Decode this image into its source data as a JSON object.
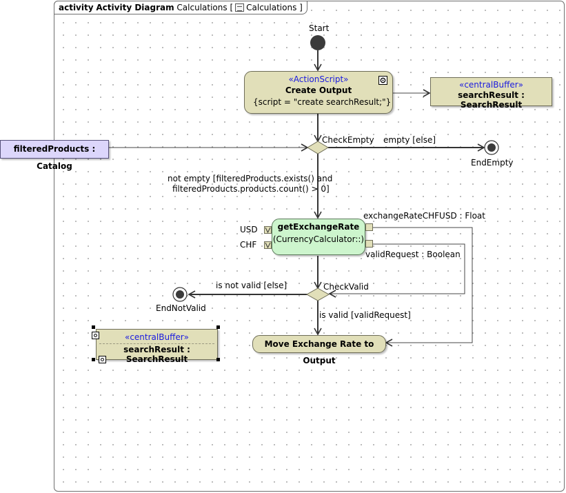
{
  "frame": {
    "keyword": "activity",
    "kind": "Activity Diagram",
    "name": "Calculations",
    "bracket_open": "[",
    "ref_name": "Calculations",
    "bracket_close": "]",
    "ref_icon": "calendar-icon"
  },
  "nodes": {
    "start_label": "Start",
    "create_output": {
      "stereotype": "«ActionScript»",
      "title": "Create Output",
      "script": "{script = \"create searchResult;\"}",
      "icon": "settings-icon"
    },
    "central_buffer_top": {
      "stereotype": "«centralBuffer»",
      "name": "searchResult : SearchResult"
    },
    "central_buffer_bottom": {
      "stereotype": "«centralBuffer»",
      "name": "searchResult : SearchResult"
    },
    "filtered_products": "filteredProducts : Catalog",
    "check_empty": "CheckEmpty",
    "end_empty": "EndEmpty",
    "get_exchange_rate": {
      "title": "getExchangeRate",
      "subtitle": "(CurrencyCalculator::)"
    },
    "pin_usd": "USD",
    "pin_chf": "CHF",
    "out_rate": "exchangeRateCHFUSD : Float",
    "out_valid": "validRequest : Boolean",
    "check_valid": "CheckValid",
    "end_not_valid": "EndNotValid",
    "move_output": "Move Exchange Rate to Output"
  },
  "edges": {
    "empty_else": "empty [else]",
    "not_empty_line1": "not empty [filteredProducts.exists() and",
    "not_empty_line2": "filteredProducts.products.count() > 0]",
    "not_valid_else": "is not valid [else]",
    "is_valid": "is valid [validRequest]"
  },
  "colors": {
    "action_fill": "#e1dfb9",
    "call_action_fill": "#cdf5cd",
    "input_object_fill": "#dcd6fb",
    "stereotype_text": "#1a1ae0"
  }
}
